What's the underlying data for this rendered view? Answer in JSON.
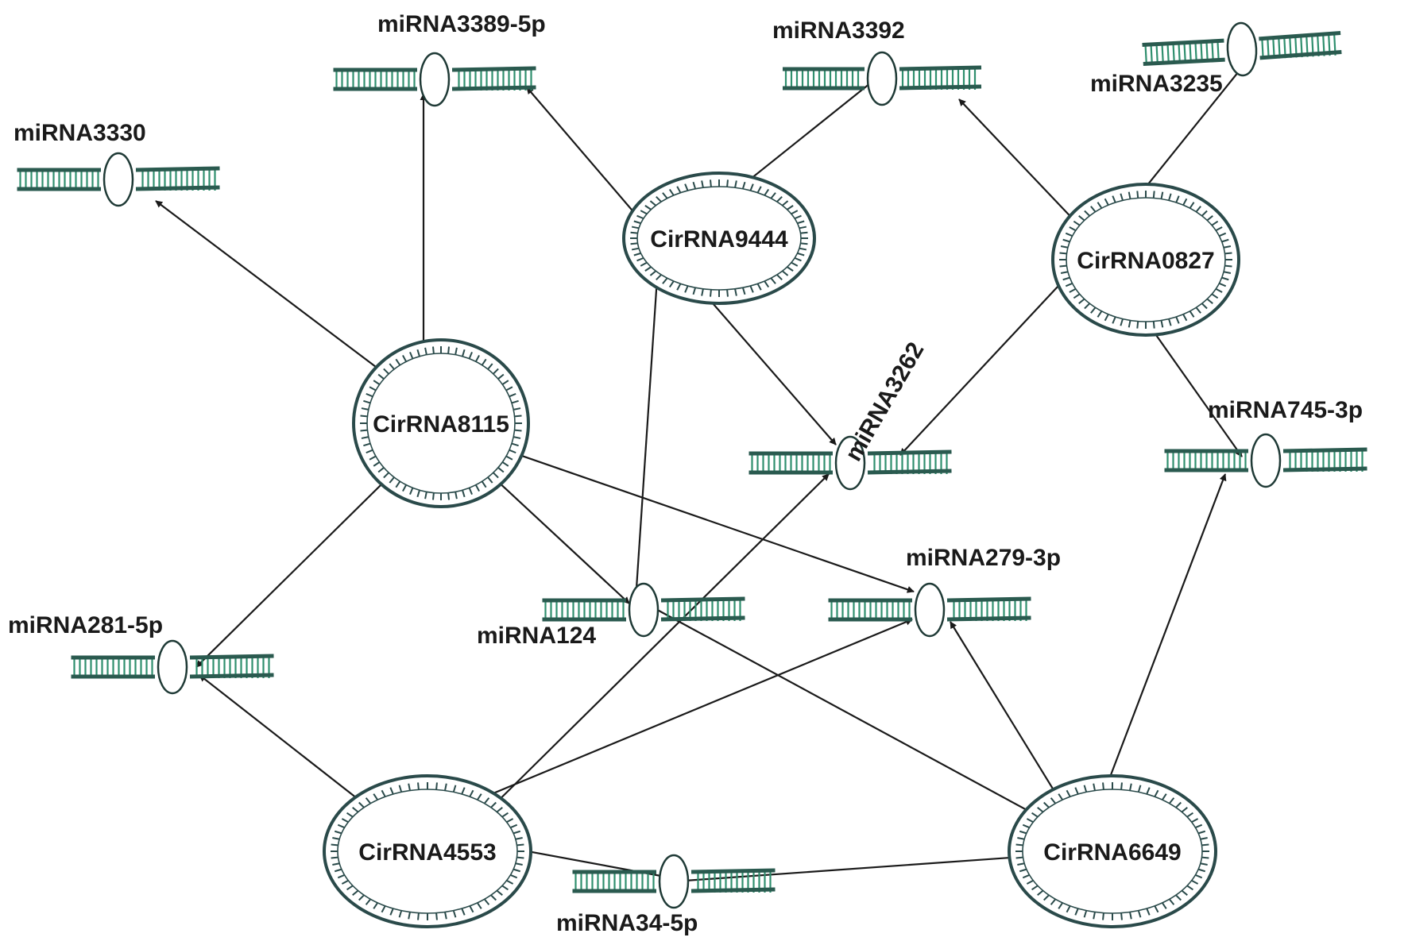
{
  "circrnas": [
    {
      "id": "c8115",
      "label": "CirRNA8115"
    },
    {
      "id": "c9444",
      "label": "CirRNA9444"
    },
    {
      "id": "c0827",
      "label": "CirRNA0827"
    },
    {
      "id": "c4553",
      "label": "CirRNA4553"
    },
    {
      "id": "c6649",
      "label": "CirRNA6649"
    }
  ],
  "mirnas": [
    {
      "id": "m3389",
      "label": "miRNA3389-5p"
    },
    {
      "id": "m3392",
      "label": "miRNA3392"
    },
    {
      "id": "m3235",
      "label": "miRNA3235"
    },
    {
      "id": "m3330",
      "label": "miRNA3330"
    },
    {
      "id": "m3262",
      "label": "miRNA3262"
    },
    {
      "id": "m745",
      "label": "miRNA745-3p"
    },
    {
      "id": "m279",
      "label": "miRNA279-3p"
    },
    {
      "id": "m124",
      "label": "miRNA124"
    },
    {
      "id": "m281",
      "label": "miRNA281-5p"
    },
    {
      "id": "m34",
      "label": "miRNA34-5p"
    }
  ],
  "edges": [
    {
      "from": "c8115",
      "to": "m3330"
    },
    {
      "from": "c8115",
      "to": "m3389"
    },
    {
      "from": "c8115",
      "to": "m281"
    },
    {
      "from": "c8115",
      "to": "m124"
    },
    {
      "from": "c8115",
      "to": "m279"
    },
    {
      "from": "c9444",
      "to": "m3392"
    },
    {
      "from": "c9444",
      "to": "m124"
    },
    {
      "from": "c9444",
      "to": "m3389"
    },
    {
      "from": "c9444",
      "to": "m3262"
    },
    {
      "from": "c0827",
      "to": "m3392"
    },
    {
      "from": "c0827",
      "to": "m3235"
    },
    {
      "from": "c0827",
      "to": "m745"
    },
    {
      "from": "c0827",
      "to": "m3262"
    },
    {
      "from": "c4553",
      "to": "m281"
    },
    {
      "from": "c4553",
      "to": "m279"
    },
    {
      "from": "c4553",
      "to": "m3262"
    },
    {
      "from": "c4553",
      "to": "m34"
    },
    {
      "from": "c6649",
      "to": "m34"
    },
    {
      "from": "c6649",
      "to": "m124"
    },
    {
      "from": "c6649",
      "to": "m279"
    },
    {
      "from": "c6649",
      "to": "m745"
    }
  ]
}
